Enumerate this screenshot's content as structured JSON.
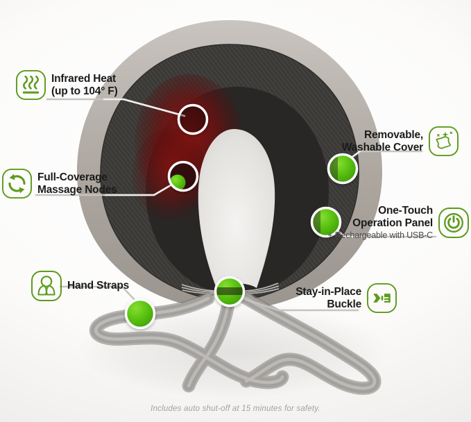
{
  "callouts": {
    "infrared": {
      "line1": "Infrared Heat",
      "line2": "(up to 104° F)",
      "icon": "heat-waves-icon"
    },
    "nodes": {
      "line1": "Full-Coverage",
      "line2": "Massage Nodes",
      "icon": "rotation-arrows-icon"
    },
    "straps": {
      "line1": "Hand Straps",
      "icon": "hand-straps-icon"
    },
    "cover": {
      "line1": "Removable,",
      "line2": "Washable Cover",
      "icon": "sparkling-cloth-icon"
    },
    "panel": {
      "line1": "One-Touch",
      "line2": "Operation Panel",
      "sublabel": "+ Rechargeable with USB-C",
      "icon": "power-button-icon"
    },
    "buckle": {
      "line1": "Stay-in-Place",
      "line2": "Buckle",
      "icon": "buckle-icon"
    }
  },
  "footnote": "Includes auto shut-off at 15 minutes for safety.",
  "colors": {
    "icon_green": "#5d9b1e",
    "marker_green": "#53c00d",
    "text_dark": "#1b1b1a",
    "text_sub": "#4c4c4b",
    "leader_line": "#c6c4c0",
    "footnote_gray": "#a3a2a0",
    "red_glow": "#7c1210",
    "fabric_dark": "#3a3937",
    "rim_gray": "#aca69f",
    "strap_gray": "#9f9d99"
  }
}
